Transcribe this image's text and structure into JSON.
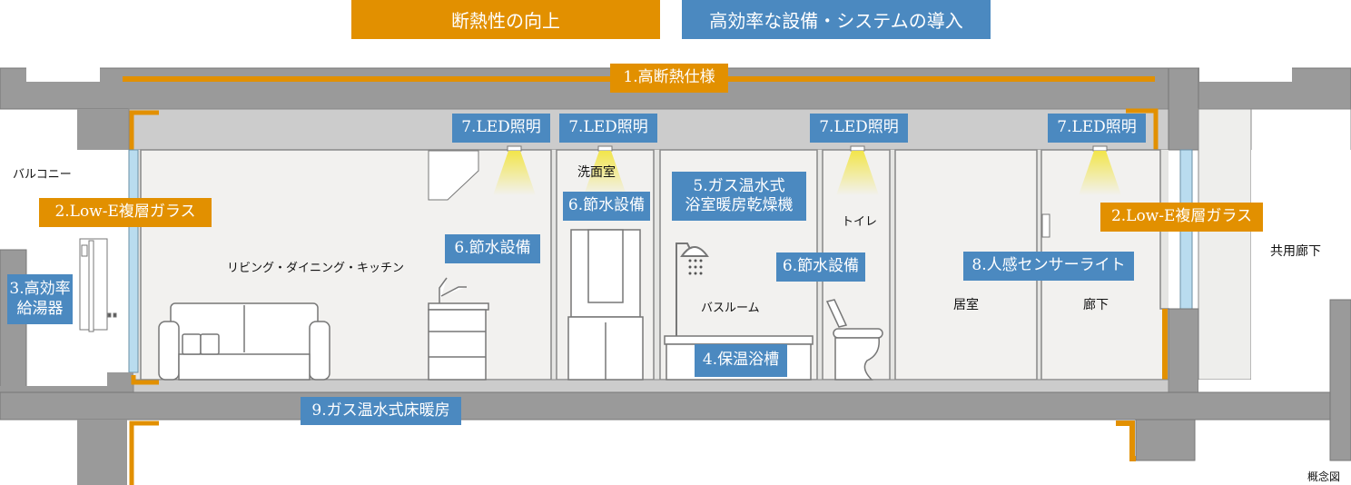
{
  "header": {
    "insulation": "断熱性の向上",
    "equipment": "高効率な設備・システムの導入"
  },
  "labels": {
    "high_insulation": "1.高断熱仕様",
    "low_e_glass": "2.Low-E複層ガラス",
    "water_heater_line1": "3.高効率",
    "water_heater_line2": "給湯器",
    "bathtub": "4.保温浴槽",
    "bath_dryer_line1": "5.ガス温水式",
    "bath_dryer_line2": "浴室暖房乾燥機",
    "water_saving": "6.節水設備",
    "led": "7.LED照明",
    "sensor_light": "8.人感センサーライト",
    "floor_heating": "9.ガス温水式床暖房"
  },
  "rooms": {
    "balcony": "バルコニー",
    "ldk": "リビング・ダイニング・キッチン",
    "washroom": "洗面室",
    "bathroom": "バスルーム",
    "toilet": "トイレ",
    "bedroom": "居室",
    "hallway": "廊下",
    "common_corridor": "共用廊下"
  },
  "note": "概念図",
  "colors": {
    "insulation": "#e29000",
    "equipment": "#4b89c0",
    "structure": "#9a9a9a"
  }
}
